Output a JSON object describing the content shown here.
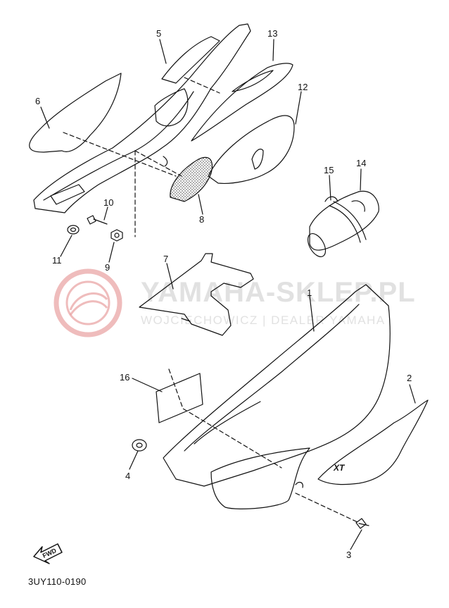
{
  "diagram": {
    "code": "3UY110-0190",
    "fwd_label": "FWD",
    "badge_text": "XT"
  },
  "watermark": {
    "title": "YAMAHA-SKLEP.PL",
    "subtitle": "WOJCIECHOWICZ | DEALER YAMAHA",
    "color": "#e8a0a0"
  },
  "callouts": [
    {
      "id": "1"
    },
    {
      "id": "2"
    },
    {
      "id": "3"
    },
    {
      "id": "4"
    },
    {
      "id": "5"
    },
    {
      "id": "6"
    },
    {
      "id": "7"
    },
    {
      "id": "8"
    },
    {
      "id": "9"
    },
    {
      "id": "10"
    },
    {
      "id": "11"
    },
    {
      "id": "12"
    },
    {
      "id": "13"
    },
    {
      "id": "14"
    },
    {
      "id": "15"
    },
    {
      "id": "16"
    }
  ]
}
